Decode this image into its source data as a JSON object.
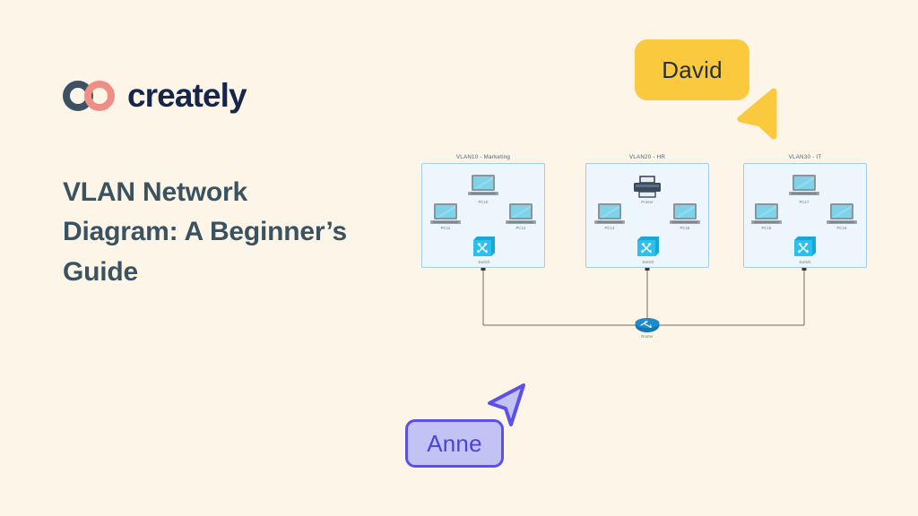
{
  "page": {
    "background_color": "#fdf6e8"
  },
  "brand": {
    "name": "creately",
    "logo_icon": "interlocking-rings-icon",
    "ring_left_color": "#3c5264",
    "ring_right_color": "#ef8e84",
    "wordmark_color": "#15264a"
  },
  "headline": {
    "text": "VLAN Network Diagram: A Beginner’s Guide",
    "color": "#3b5360"
  },
  "collaborators": [
    {
      "name": "David",
      "label": "David",
      "fill_color": "#fbc93d",
      "text_color": "#26303a",
      "cursor_icon": "cursor-arrow-icon",
      "cursor_direction": "down-left"
    },
    {
      "name": "Anne",
      "label": "Anne",
      "fill_color": "#c2c3f4",
      "border_color": "#5b51e8",
      "text_color": "#4b44d4",
      "cursor_icon": "cursor-arrow-icon",
      "cursor_direction": "up-left"
    }
  ],
  "diagram": {
    "type": "network-topology",
    "box_fill": "#eef6fd",
    "box_border": "#a5cdeb",
    "link_color": "#6e6a5e",
    "switch_color": "#29b6e8",
    "router_color": "#1577b4",
    "vlans": [
      {
        "title": "VLAN10 - Marketing",
        "switch_label": "Switch",
        "devices": [
          {
            "label": "PC10",
            "icon": "laptop-icon",
            "position": "top"
          },
          {
            "label": "PC11",
            "icon": "laptop-icon",
            "position": "left"
          },
          {
            "label": "PC12",
            "icon": "laptop-icon",
            "position": "right"
          }
        ]
      },
      {
        "title": "VLAN20 - HR",
        "switch_label": "Switch",
        "devices": [
          {
            "label": "Printer",
            "icon": "printer-icon",
            "position": "top"
          },
          {
            "label": "PC14",
            "icon": "laptop-icon",
            "position": "left"
          },
          {
            "label": "PC15",
            "icon": "laptop-icon",
            "position": "right"
          }
        ]
      },
      {
        "title": "VLAN30 - IT",
        "switch_label": "Switch",
        "devices": [
          {
            "label": "PC17",
            "icon": "laptop-icon",
            "position": "top"
          },
          {
            "label": "PC18",
            "icon": "laptop-icon",
            "position": "left"
          },
          {
            "label": "PC19",
            "icon": "laptop-icon",
            "position": "right"
          }
        ]
      }
    ],
    "router": {
      "label": "Router",
      "icon": "router-icon"
    }
  }
}
